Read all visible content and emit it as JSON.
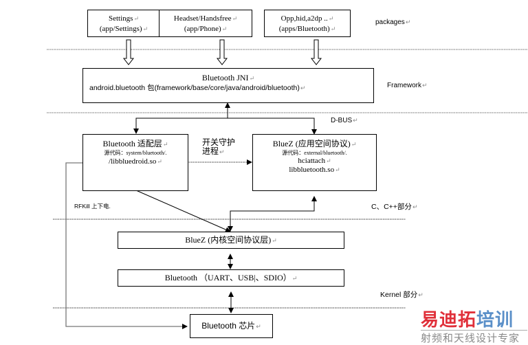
{
  "layers": {
    "packages": "packages",
    "framework": "Framework",
    "dbus": "D-BUS",
    "c_cpp": "C、C++部分",
    "kernel": "Kernel 部分"
  },
  "packages": [
    {
      "line1": "Settings",
      "line2": "(app/Settings)"
    },
    {
      "line1": "Headset/Handsfree",
      "line2": "(app/Phone)"
    },
    {
      "line1": "Opp,hid,a2dp ..",
      "line2": "(apps/Bluetooth)"
    }
  ],
  "jni": {
    "title": "Bluetooth JNI",
    "path": "android.bluetooth 包(framework/base/core/java/android/bluetooth)"
  },
  "adapter": {
    "title": "Bluetooth  适配层",
    "src": "源代码：system/bluetooth/.",
    "lib": "/libbluedroid.so"
  },
  "daemon_label": {
    "line1": "开关守护",
    "line2": "进程"
  },
  "bluez_user": {
    "title": "BlueZ (应用空间协议)",
    "src": "源代码：external/bluetooth/.",
    "line3": "hciattach",
    "line4": "libbluetooth.so"
  },
  "rfkill": "RFKill 上下电.",
  "bluez_kernel": {
    "title": "BlueZ (内核空间协议层)"
  },
  "driver": {
    "title": "Bluetooth  （UART、USB|、SDIO）"
  },
  "chip": {
    "title": "Bluetooth 芯片"
  },
  "return_mark": "↵",
  "watermark": {
    "main_red": "易迪拓",
    "main_blue": "培训",
    "sub": "射频和天线设计专家",
    "red": "#e0303a",
    "blue": "#5a8fc8"
  }
}
